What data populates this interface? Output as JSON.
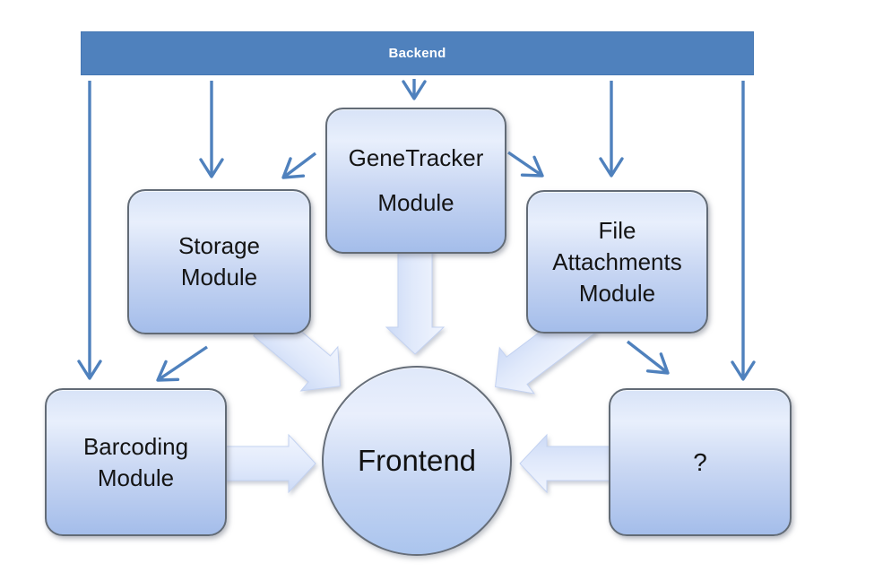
{
  "backend": {
    "label": "Backend"
  },
  "frontend": {
    "label": "Frontend"
  },
  "nodes": {
    "genetracker": {
      "line1": "GeneTracker",
      "line2": "Module"
    },
    "storage": {
      "line1": "Storage",
      "line2": "Module"
    },
    "file_attachments": {
      "line1": "File",
      "line2": "Attachments",
      "line3": "Module"
    },
    "barcoding": {
      "line1": "Barcoding",
      "line2": "Module"
    },
    "unknown": {
      "label": "?"
    }
  },
  "colors": {
    "accent_blue": "#4f81bd",
    "node_gradient_top": "#d8e3f7",
    "node_gradient_bottom": "#a4bdea",
    "block_arrow_fill": "#dce7fa",
    "node_border": "#626b76",
    "text": "#141414",
    "backend_text": "#ffffff"
  }
}
